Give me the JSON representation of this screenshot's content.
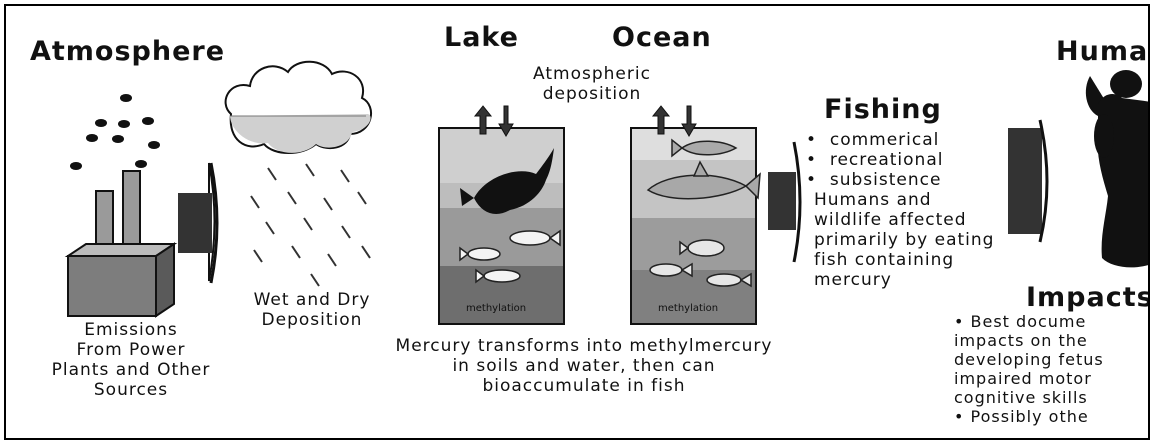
{
  "sections": {
    "atmosphere": "Atmosphere",
    "lake": "Lake",
    "ocean": "Ocean",
    "human": "Human",
    "fishing": "Fishing",
    "impacts": "Impacts"
  },
  "atmospheric_deposition": [
    "Atmospheric",
    "deposition"
  ],
  "wet_dry_deposition": [
    "Wet and Dry",
    "Deposition"
  ],
  "emissions": [
    "Emissions",
    "From Power",
    "Plants and Other",
    "Sources"
  ],
  "methylation_labels": [
    "methylation",
    "methylation"
  ],
  "mercury_transform": [
    "Mercury transforms into methylmercury",
    "in soils and water, then can",
    "bioaccumulate in fish"
  ],
  "fishing_bullets": [
    "commerical",
    "recreational",
    "subsistence"
  ],
  "fishing_note": [
    "Humans and",
    "wildlife affected",
    "primarily by eating",
    "fish containing",
    "mercury"
  ],
  "impacts_text": [
    "• Best docume",
    "impacts on the",
    "developing fetus",
    "impaired motor",
    "cognitive skills",
    "• Possibly othe"
  ],
  "colors": {
    "ink": "#111111",
    "dark_gray": "#3a3a3a",
    "mid_gray": "#8a8a8a",
    "light_gray": "#c8c8c8",
    "cloud_fill": "#d0d0d0"
  }
}
